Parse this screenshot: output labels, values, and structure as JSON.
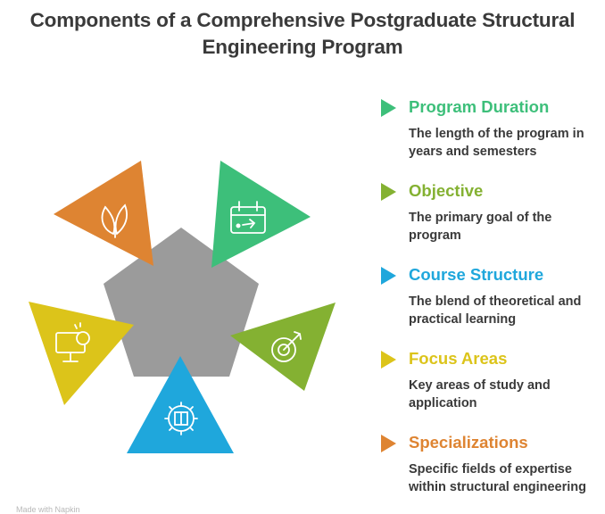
{
  "title": {
    "line1": "Components of a Comprehensive Postgraduate Structural",
    "line2": "Engineering Program"
  },
  "colors": {
    "center": "#9b9b9b",
    "green": "#3dbf7a",
    "olive": "#84b132",
    "blue": "#1fa7dc",
    "yellow": "#dcc41a",
    "orange": "#de8432"
  },
  "items": [
    {
      "title": "Program Duration",
      "description": "The length of the program in years and semesters",
      "color": "#3dbf7a",
      "icon": "calendar-icon"
    },
    {
      "title": "Objective",
      "description": "The primary goal of the program",
      "color": "#84b132",
      "icon": "target-icon"
    },
    {
      "title": "Course Structure",
      "description": "The blend of theoretical and practical learning",
      "color": "#1fa7dc",
      "icon": "gear-book-icon"
    },
    {
      "title": "Focus Areas",
      "description": "Key areas of study and application",
      "color": "#dcc41a",
      "icon": "monitor-icon"
    },
    {
      "title": "Specializations",
      "description": "Specific fields of expertise within structural engineering",
      "color": "#de8432",
      "icon": "leaves-icon"
    }
  ],
  "footer": "Made with Napkin"
}
